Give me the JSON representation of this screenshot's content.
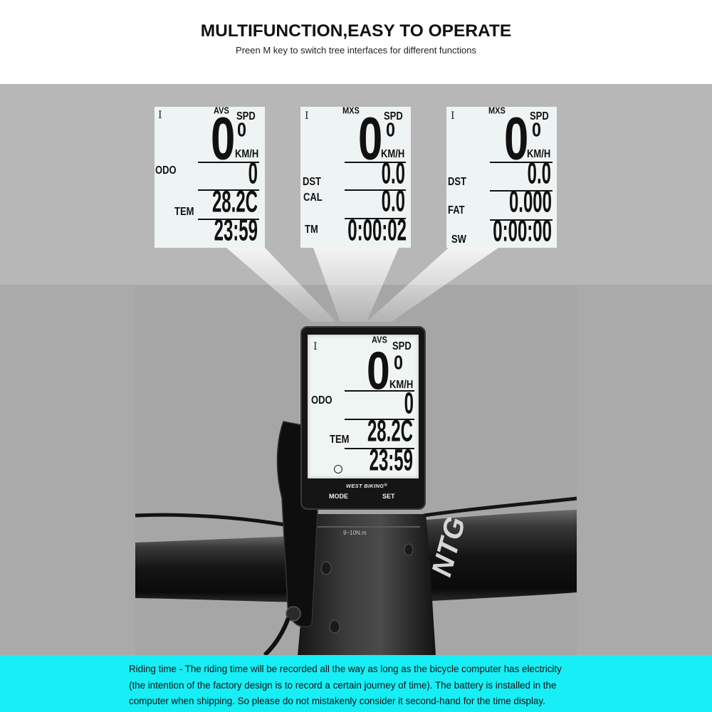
{
  "header": {
    "title": "MULTIFUNCTION,EASY TO OPERATE",
    "subtitle": "Preen M key to switch tree interfaces for different functions"
  },
  "panels": [
    {
      "icon": "I",
      "mode": "AVS",
      "speed_label": "SPD",
      "speed": "0",
      "speed_decimal": "0",
      "speed_unit": "KM/H",
      "rows": [
        {
          "label": "ODO",
          "value": "0"
        },
        {
          "label": "TEM",
          "value": "28.2C"
        },
        {
          "value": "23:59"
        }
      ]
    },
    {
      "icon": "I",
      "mode": "MXS",
      "speed_label": "SPD",
      "speed": "0",
      "speed_decimal": "0",
      "speed_unit": "KM/H",
      "rows": [
        {
          "label": "DST",
          "value": "0.0"
        },
        {
          "label": "CAL",
          "value": "0.0"
        },
        {
          "label": "TM",
          "value": "0:00:02"
        }
      ]
    },
    {
      "icon": "I",
      "mode": "MXS",
      "speed_label": "SPD",
      "speed": "0",
      "speed_decimal": "0",
      "speed_unit": "KM/H",
      "rows": [
        {
          "label": "DST",
          "value": "0.0"
        },
        {
          "label": "FAT",
          "value": "0.000"
        },
        {
          "label": "SW",
          "value": "0:00:00"
        }
      ]
    }
  ],
  "device": {
    "icon": "I",
    "mode": "AVS",
    "speed_label": "SPD",
    "speed": "0",
    "speed_decimal": "0",
    "speed_unit": "KM/H",
    "rows": [
      {
        "label": "ODO",
        "value": "0"
      },
      {
        "label": "TEM",
        "value": "28.2C"
      },
      {
        "value": "23:59"
      }
    ],
    "indicator_icon": "circle-icon",
    "brand": "WEST BIKING",
    "brand_mark": "®",
    "buttons": {
      "mode": "MODE",
      "set": "SET"
    }
  },
  "photo": {
    "stem_torque": "9~10N.m",
    "bar_brand": "NTG"
  },
  "footer": {
    "lines": [
      "Riding time - The riding time will be recorded all the way as long as the bicycle computer has electricity",
      "(the intention of the factory design is to record a certain journey of time). The battery is installed in the",
      "computer when shipping. So please do not mistakenly consider it second-hand for the time display."
    ]
  },
  "colors": {
    "description_band": "#17eef5",
    "lcd_background": "#eef3f3",
    "device_body": "#151515",
    "background_gray": "#aaaaaa"
  }
}
